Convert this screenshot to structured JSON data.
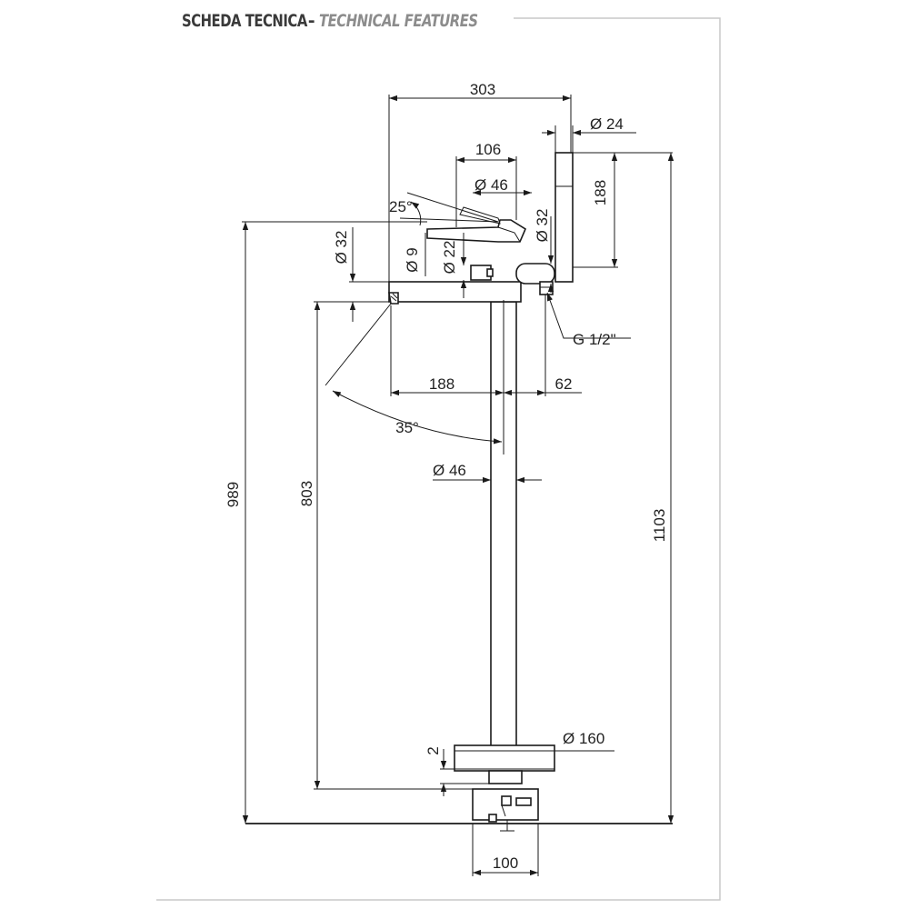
{
  "header": {
    "title": "SCHEDA TECNICA",
    "separator": "-",
    "subtitle": "TECHNICAL FEATURES"
  },
  "dimensions": {
    "width_top": "303",
    "diam_shower_handle": "Ø 24",
    "lever_width": "106",
    "diam_lever_body": "Ø 46",
    "lever_angle": "25°",
    "shower_length": "188",
    "diam_shower_holder": "Ø 32",
    "diam_spout": "Ø 32",
    "diam_aerator": "Ø 9",
    "diam_mixer": "Ø 22",
    "thread": "G 1/2\"",
    "spout_reach": "188",
    "offset_right": "62",
    "spout_angle": "35°",
    "diam_column": "Ø 46",
    "total_height_spout": "989",
    "spout_height": "803",
    "total_height": "1103",
    "diam_base": "Ø 160",
    "base_thickness": "2",
    "base_width": "100"
  },
  "colors": {
    "line": "#1a1a1a",
    "frame": "#c8c8c8",
    "title": "#3a3a3a",
    "subtitle": "#8c8c8c"
  }
}
